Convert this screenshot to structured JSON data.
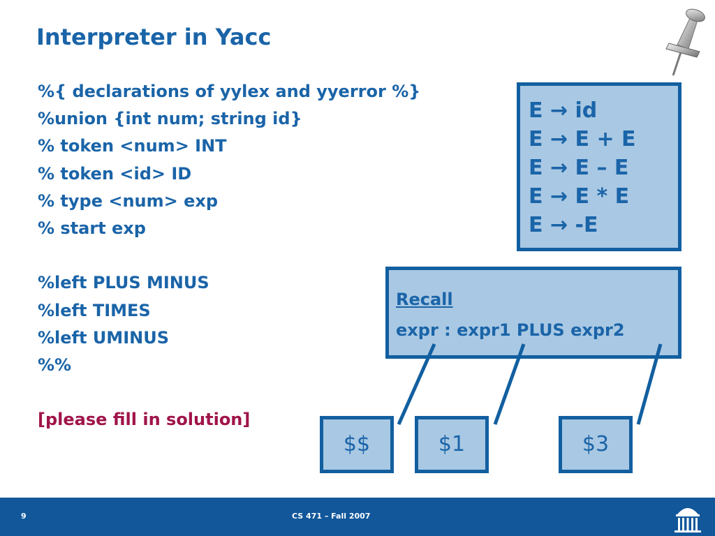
{
  "slide": {
    "title": "Interpreter in Yacc",
    "code_lines": [
      "%{ declarations of yylex and yyerror %}",
      "%union {int num; string id}",
      "% token <num> INT",
      "% token <id> ID",
      "% type <num> exp",
      "% start exp",
      "",
      "%left PLUS MINUS",
      "%left TIMES",
      "%left UMINUS",
      "%%",
      "",
      "[please fill in solution]"
    ]
  },
  "grammar": {
    "rules": [
      "E → id",
      "E → E + E",
      "E → E – E",
      "E → E * E",
      "E → -E"
    ]
  },
  "recall": {
    "title": "Recall",
    "expr": "expr : expr1 PLUS expr2"
  },
  "slots": [
    "$$",
    "$1",
    "$3"
  ],
  "footer": {
    "page_number": "9",
    "course": "CS 471 – Fall 2007"
  },
  "colors": {
    "accent": "#1a64a8",
    "box_fill": "#a9c8e3",
    "box_border": "#125fa0",
    "solution": "#a0144a",
    "footer": "#11579a"
  },
  "icons": [
    "pushpin-icon",
    "university-rotunda-logo"
  ]
}
